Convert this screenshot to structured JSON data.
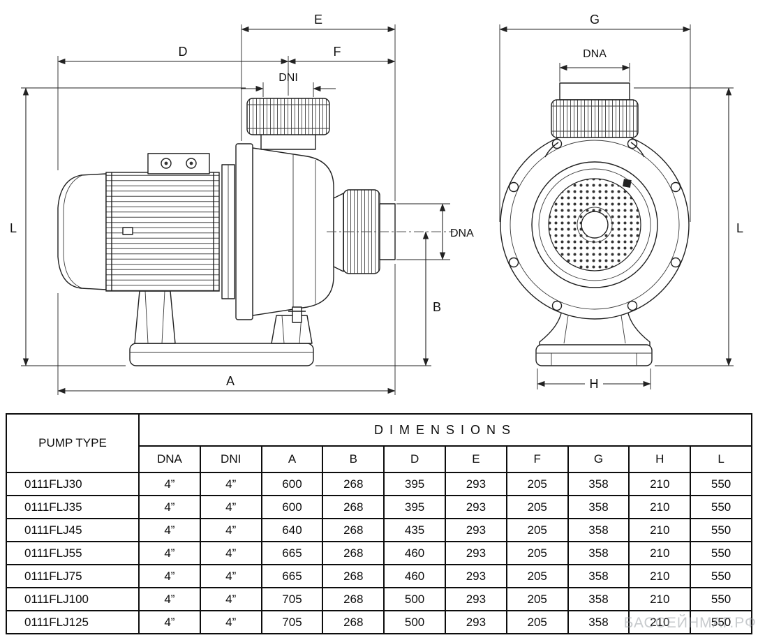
{
  "diagram": {
    "labels": {
      "e": "E",
      "d": "D",
      "f": "F",
      "dni": "DNI",
      "l": "L",
      "dna": "DNA",
      "b": "B",
      "a": "A",
      "g": "G",
      "h": "H"
    }
  },
  "table": {
    "pump_type_header": "PUMP TYPE",
    "dimensions_header": "DIMENSIONS",
    "columns": [
      "DNA",
      "DNI",
      "A",
      "B",
      "D",
      "E",
      "F",
      "G",
      "H",
      "L"
    ],
    "rows": [
      {
        "type": "0111FLJ30",
        "values": [
          "4”",
          "4”",
          "600",
          "268",
          "395",
          "293",
          "205",
          "358",
          "210",
          "550"
        ]
      },
      {
        "type": "0111FLJ35",
        "values": [
          "4”",
          "4”",
          "600",
          "268",
          "395",
          "293",
          "205",
          "358",
          "210",
          "550"
        ]
      },
      {
        "type": "0111FLJ45",
        "values": [
          "4”",
          "4”",
          "640",
          "268",
          "435",
          "293",
          "205",
          "358",
          "210",
          "550"
        ]
      },
      {
        "type": "0111FLJ55",
        "values": [
          "4”",
          "4”",
          "665",
          "268",
          "460",
          "293",
          "205",
          "358",
          "210",
          "550"
        ]
      },
      {
        "type": "0111FLJ75",
        "values": [
          "4”",
          "4”",
          "665",
          "268",
          "460",
          "293",
          "205",
          "358",
          "210",
          "550"
        ]
      },
      {
        "type": "0111FLJ100",
        "values": [
          "4”",
          "4”",
          "705",
          "268",
          "500",
          "293",
          "205",
          "358",
          "210",
          "550"
        ]
      },
      {
        "type": "0111FLJ125",
        "values": [
          "4”",
          "4”",
          "705",
          "268",
          "500",
          "293",
          "205",
          "358",
          "210",
          "550"
        ]
      }
    ]
  },
  "watermark": "БАССЕЙНМАГ.РФ"
}
